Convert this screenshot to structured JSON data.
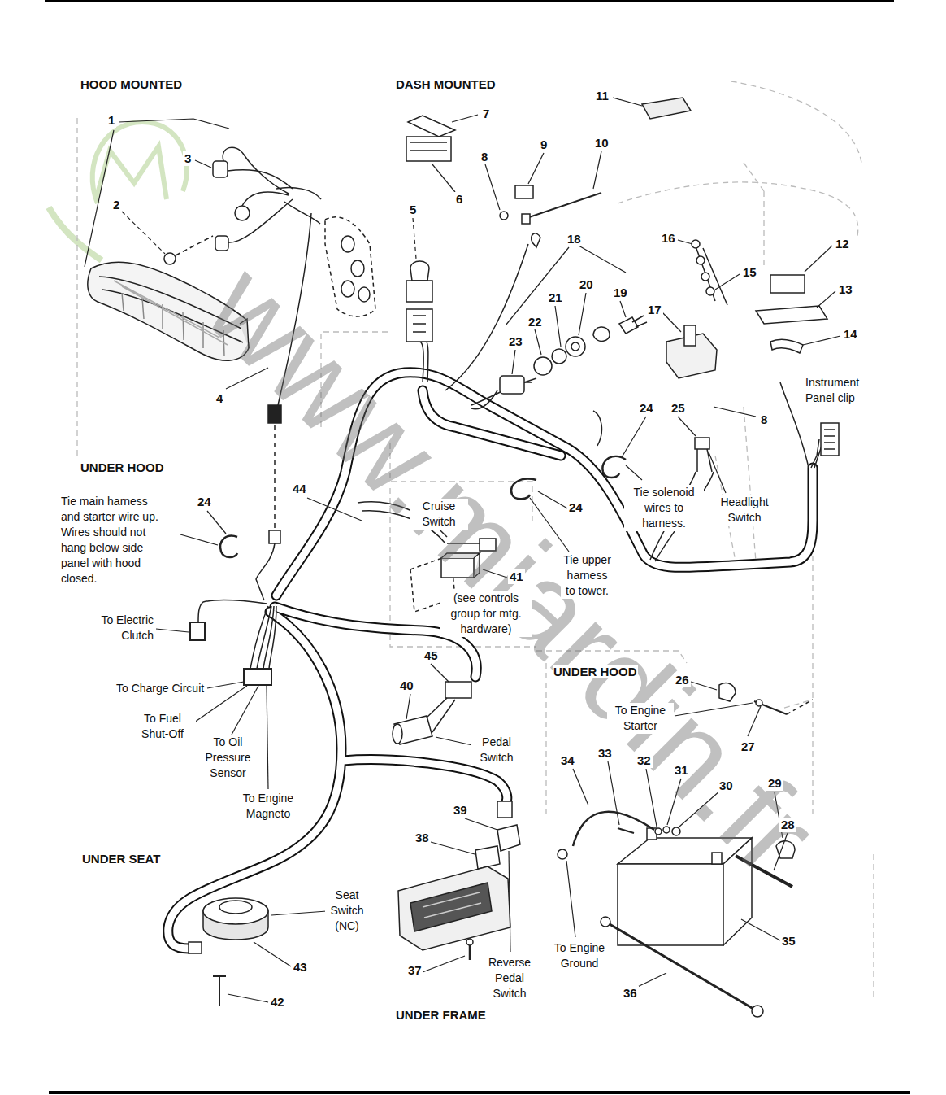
{
  "diagram": {
    "labels": [
      "HOOD MOUNTED",
      "DASH MOUNTED",
      "1",
      "2",
      "3",
      "4",
      "5",
      "6",
      "7",
      "8",
      "9",
      "10",
      "11",
      "12",
      "13",
      "14",
      "15",
      "16",
      "17",
      "18",
      "19",
      "20",
      "21",
      "22",
      "23",
      "Instrument Panel clip",
      "24",
      "25",
      "8",
      "UNDER HOOD",
      "24",
      "Tie main harness and starter wire up. Wires should not hang below side panel with hood closed.",
      "44",
      "Cruise Switch",
      "Tie solenoid wires to harness.",
      "Headlight Switch",
      "24",
      "41",
      "(see controls group for mtg. hardware)",
      "Tie upper harness to tower.",
      "To Electric Clutch",
      "UNDER HOOD",
      "45",
      "40",
      "26",
      "To Charge Circuit",
      "To Engine Starter",
      "To Fuel Shut-Off",
      "27",
      "To Oil Pressure Sensor",
      "Pedal Switch",
      "34",
      "33",
      "32",
      "31",
      "30",
      "29",
      "To Engine Magneto",
      "39",
      "28",
      "38",
      "UNDER SEAT",
      "Seat Switch (NC)",
      "35",
      "To Engine Ground",
      "Reverse Pedal Switch",
      "37",
      "43",
      "36",
      "42",
      "UNDER FRAME",
      "www.mjardin.fr"
    ]
  }
}
